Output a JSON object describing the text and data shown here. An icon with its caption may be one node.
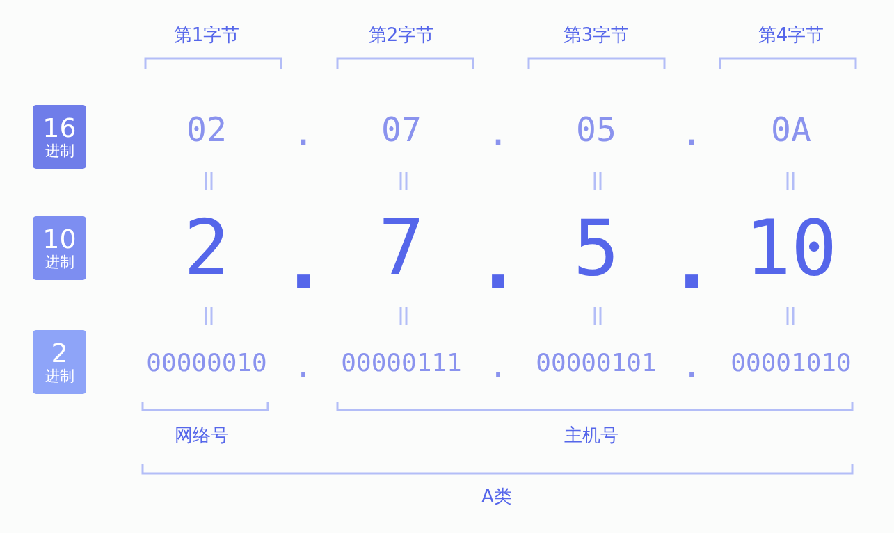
{
  "diagram": {
    "nodes": [
      {
        "text": [
          "16",
          "进制"
        ]
      },
      {
        "text": [
          "10",
          "进制"
        ]
      },
      {
        "text": [
          "2",
          "进制"
        ]
      }
    ],
    "labels": [
      "第1字节",
      "第2字节",
      "第3字节",
      "第4字节",
      "02",
      ".",
      "07",
      ".",
      "05",
      ".",
      "0A",
      "2",
      ".",
      "7",
      ".",
      "5",
      ".",
      "10",
      "00000010",
      ".",
      "00000111",
      ".",
      "00000101",
      ".",
      "00001010",
      "网络号",
      "主机号",
      "A类"
    ]
  }
}
